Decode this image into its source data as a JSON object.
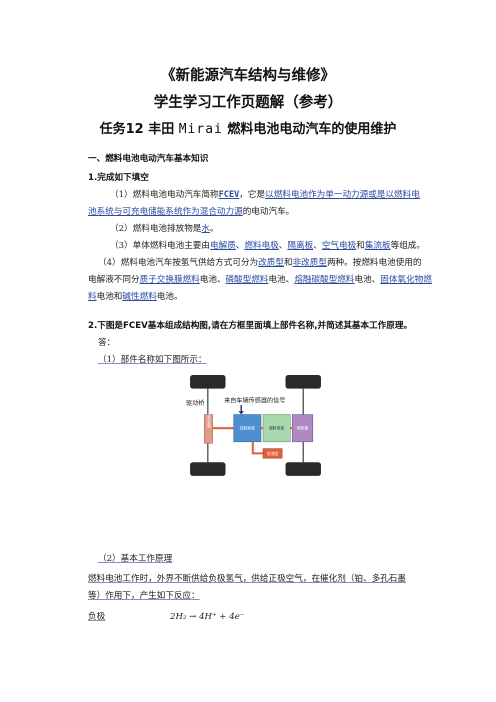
{
  "title1": "《新能源汽车结构与维修》",
  "title2": "学生学习工作页题解（参考）",
  "title3_prefix": "任务12  丰田",
  "title3_mirai": "Mirai",
  "title3_suffix": "燃料电池电动汽车的使用维护",
  "section1": "一、燃料电池电动汽车基本知识",
  "q1": "1.完成如下填空",
  "p1": {
    "a": "（1）燃料电池电动汽车简称",
    "b": "FCEV",
    "c": "，它是",
    "d": "以燃料电池作为单一动力源或是以燃料电",
    "e": "池系统与可充电储能系统作为混合动力源",
    "f": "的电动汽车。"
  },
  "p2": {
    "a": "（2）燃料电池排放物是",
    "b": "水",
    "c": "。"
  },
  "p3": {
    "a": "（3）单体燃料电池主要由",
    "b": "电解质",
    "c": "、",
    "d": "燃料电极",
    "e": "、",
    "f": "隔离板",
    "g": "、",
    "h": "空气电极",
    "i": "和",
    "j": "集流板",
    "k": "等组成。"
  },
  "p4": {
    "a": "（4）燃料电池汽车按氢气供给方式可分为",
    "b": "改质型",
    "c": "和",
    "d": "非改质型",
    "e": "两种。按燃料电池使用的",
    "f": "电解液不同分",
    "g": "质子交换膜燃料",
    "h": "电池、",
    "i": "磷酸型燃料",
    "j": "电池、",
    "k": "熔融碳酸型燃料",
    "l": "电池、",
    "m": "固体氧化物燃",
    "n": "料",
    "o": "电池和",
    "p": "碱性燃料",
    "q": "电池。"
  },
  "q2": "2.下图是FCEV基本组成结构图,请在方框里面填上部件名称,并简述其基本工作原理。",
  "answer": "答：",
  "sub1": "（1）部件名称如下图所示：",
  "diagram": {
    "label_drive": "驱动桥",
    "label_signal": "来自车辆传感器的信号",
    "box_drive": "驱动系统",
    "box_control": "控制系统",
    "box_fc": "燃料电池",
    "box_tank": "燃料箱",
    "box_battery": "电池组",
    "colors": {
      "tire": "#2a2a2a",
      "drive": "#e29a8a",
      "control": "#4f8fd0",
      "fc": "#a9d7ae",
      "tank": "#b089c4",
      "battery": "#e0603a",
      "orange_line": "#e0603a"
    }
  },
  "sub2": "（2）基本工作原理",
  "principle_a": "燃料电池工作时，外界不断供给负极氢气，供给正极空气，在催化剂（铂、多孔石墨",
  "principle_b": "等）作用下，产生如下反应：",
  "neg_label": "负极",
  "neg_eq": "2H₂ → 4H⁺ + 4e⁻"
}
